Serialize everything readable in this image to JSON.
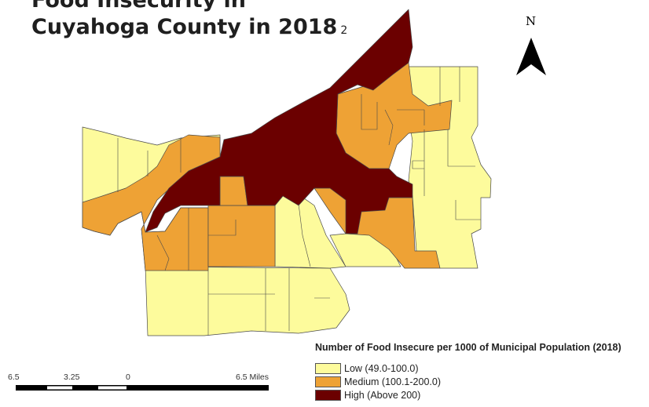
{
  "title": {
    "line1": "Food Insecurity in",
    "line2": "Cuyahoga County in 2018",
    "footnote": "2"
  },
  "north": {
    "label": "N"
  },
  "legend": {
    "title": "Number of Food Insecure per 1000 of Municipal Population (2018)",
    "items": [
      {
        "label": "Low (49.0-100.0)",
        "color": "#fdfb9c"
      },
      {
        "label": "Medium (100.1-200.0)",
        "color": "#eea235"
      },
      {
        "label": "High (Above 200)",
        "color": "#6b0000"
      }
    ]
  },
  "scale": {
    "labels": [
      "6.5",
      "3.25",
      "0",
      "6.5 Miles"
    ]
  },
  "colors": {
    "low": "#fdfb9c",
    "medium": "#eea235",
    "high": "#6b0000",
    "border": "#4a4a4a"
  }
}
